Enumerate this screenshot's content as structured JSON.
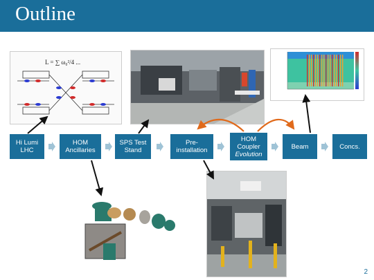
{
  "slide": {
    "title": "Outline",
    "page_number": "2"
  },
  "steps": [
    {
      "lines": [
        "Hi Lumi",
        "LHC"
      ],
      "italic_last": false
    },
    {
      "lines": [
        "HOM",
        "Ancillaries"
      ],
      "italic_last": false
    },
    {
      "lines": [
        "SPS Test",
        "Stand"
      ],
      "italic_last": false
    },
    {
      "lines": [
        "Pre-",
        "installation"
      ],
      "italic_last": false
    },
    {
      "lines": [
        "HOM",
        "Coupler",
        "Evolution"
      ],
      "italic_last": true
    },
    {
      "lines": [
        "Beam"
      ],
      "italic_last": false
    },
    {
      "lines": [
        "Concs."
      ],
      "italic_last": false
    }
  ],
  "colors": {
    "accent": "#1a6e9a",
    "arrow_orange": "#e06a1b"
  },
  "icons": [
    "chevron-right-icon"
  ]
}
